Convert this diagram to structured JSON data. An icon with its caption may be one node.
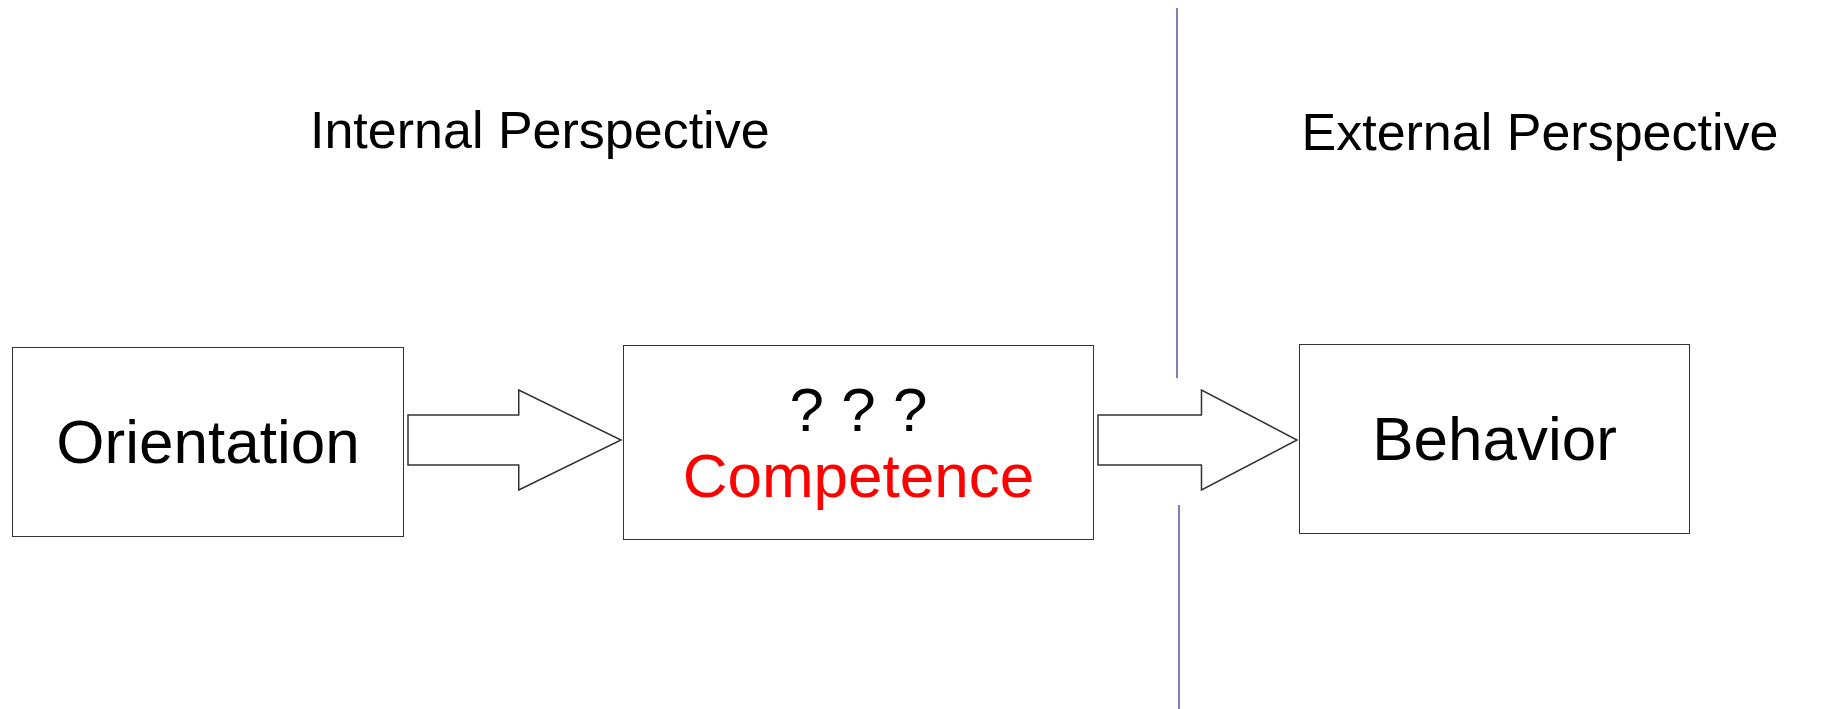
{
  "diagram": {
    "nodes": [
      {
        "text": [
          "Orientation"
        ]
      },
      {
        "text": [
          "? ? ?",
          "Competence"
        ]
      },
      {
        "text": [
          "Behavior"
        ]
      }
    ],
    "edges": [
      {
        "from": 0,
        "to": 1,
        "arrow": "to"
      },
      {
        "from": 1,
        "to": 2,
        "arrow": "to"
      }
    ],
    "labels": [
      "Internal Perspective",
      "External Perspective"
    ]
  }
}
